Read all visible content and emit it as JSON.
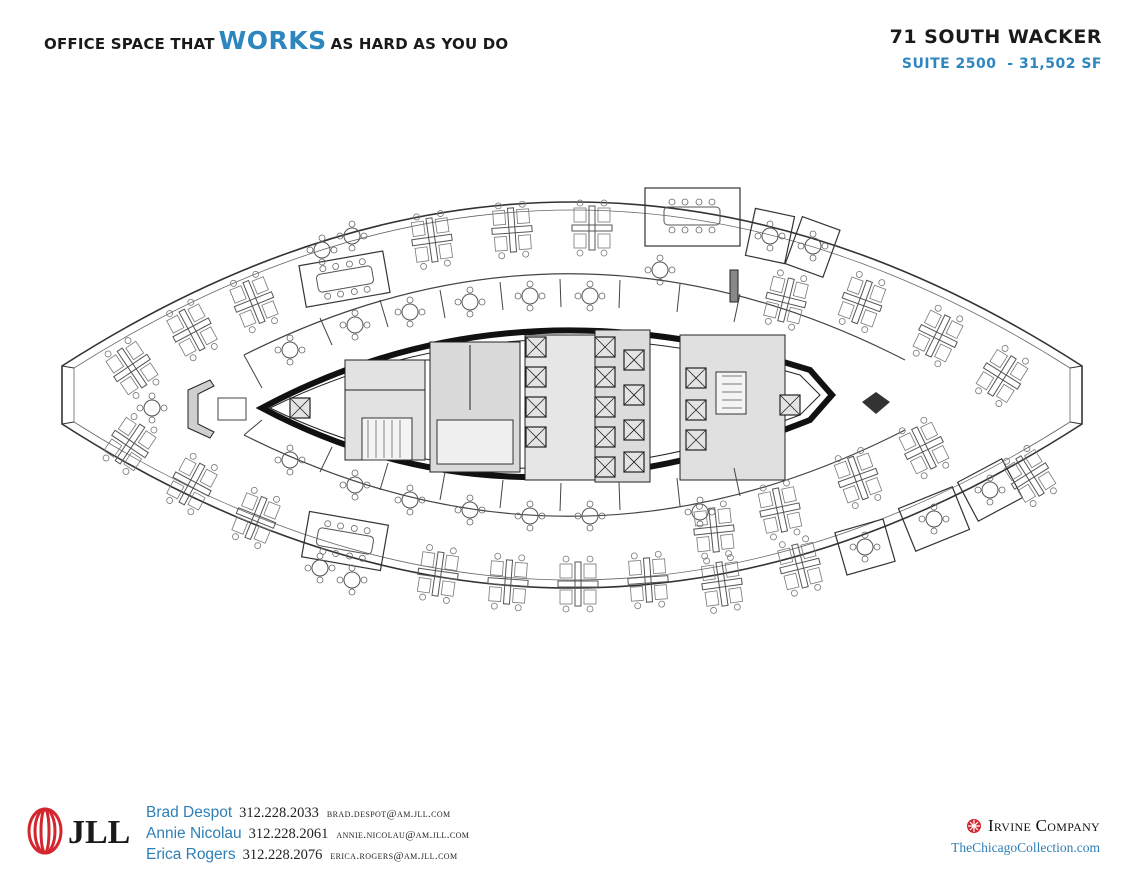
{
  "header": {
    "tagline_prefix": "OFFICE SPACE THAT",
    "tagline_emphasis": "WORKS",
    "tagline_suffix": "AS HARD AS YOU DO",
    "building": "71 SOUTH WACKER",
    "suite": "SUITE 2500  - 31,502 SF"
  },
  "contacts": [
    {
      "name": "Brad Despot",
      "phone": "312.228.2033",
      "email": "brad.despot@am.jll.com"
    },
    {
      "name": "Annie Nicolau",
      "phone": "312.228.2061",
      "email": "annie.nicolau@am.jll.com"
    },
    {
      "name": "Erica Rogers",
      "phone": "312.228.2076",
      "email": "erica.rogers@am.jll.com"
    }
  ],
  "logos": {
    "jll": "JLL",
    "irvine_name": "Irvine Company",
    "irvine_url": "TheChicagoCollection.com"
  },
  "colors": {
    "accent_blue": "#2e86bf",
    "jll_red": "#d3272f",
    "ink": "#1a1a1a"
  }
}
